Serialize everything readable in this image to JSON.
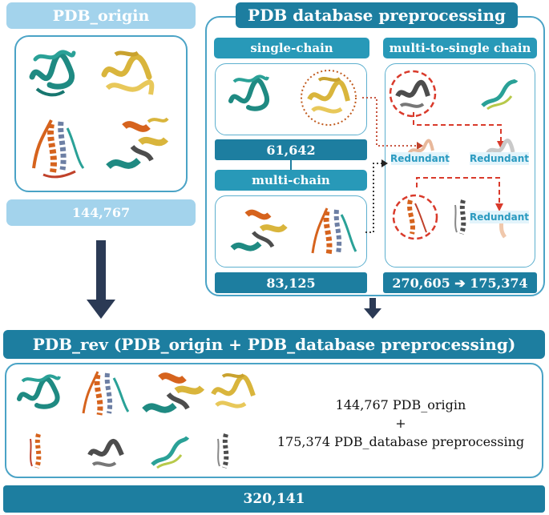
{
  "origin": {
    "title": "PDB_origin",
    "count": "144,767"
  },
  "preprocessing": {
    "title": "PDB database preprocessing",
    "single_chain": {
      "label": "single-chain",
      "count": "61,642"
    },
    "multi_chain": {
      "label": "multi-chain",
      "count": "83,125"
    },
    "multi_to_single": {
      "label": "multi-to-single chain",
      "count": "270,605 ➔ 175,374",
      "redundant_label": "Redundant"
    }
  },
  "rev": {
    "title": "PDB_rev (PDB_origin + PDB_database preprocessing)",
    "summary_line1": "144,767 PDB_origin",
    "summary_plus": "+",
    "summary_line2": "175,374 PDB_database preprocessing",
    "total": "320,141"
  },
  "colors": {
    "teal_protein": "#1f8a82",
    "gold_protein": "#d9b53c",
    "orange_protein": "#d6631d",
    "gray_protein": "#4d4d4d",
    "header_dark": "#1d7ea0",
    "header_light": "#a3d3ec",
    "arrow": "#2b3a55",
    "redundant_marker": "#d93a2b"
  }
}
